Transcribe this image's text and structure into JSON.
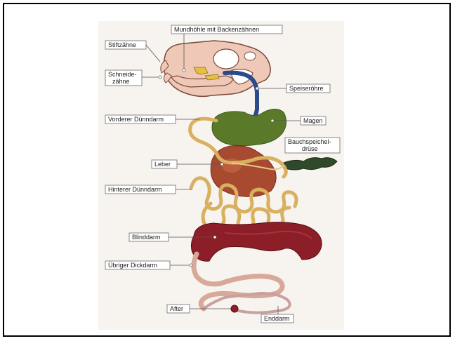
{
  "labels": {
    "mouth": "Mundhöhle mit Backenzähnen",
    "peg_teeth": "Stiftzähne",
    "incisors_1": "Schneide-",
    "incisors_2": "zähne",
    "esophagus": "Speiseröhre",
    "front_small_intestine": "Vorderer Dünndarm",
    "stomach": "Magen",
    "pancreas_1": "Bauchspeichel-",
    "pancreas_2": "drüse",
    "liver": "Leber",
    "rear_small_intestine": "Hinterer Dünndarm",
    "caecum": "Blinddarm",
    "colon": "Übriger Dickdarm",
    "anus": "After",
    "rectum": "Enddarm"
  },
  "colors": {
    "frame": "#000000",
    "skull": "#f0c8b8",
    "esophagus": "#2a4a8c",
    "stomach": "#5a7a2a",
    "liver": "#a84a30",
    "small_intestine": "#d8b060",
    "caecum": "#8c1e28",
    "colon": "#d8a898",
    "pancreas": "#2f4a2a"
  }
}
